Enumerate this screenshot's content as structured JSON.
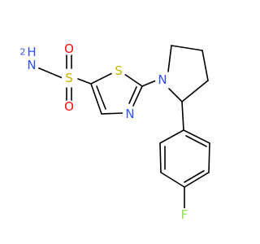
{
  "molecule": {
    "atoms": {
      "sulfonamide_N": {
        "element": "N",
        "hydrogens": "2",
        "color": "#3050f8"
      },
      "sulfonamide_S": {
        "element": "S",
        "color": "#c8b400"
      },
      "oxo_top": {
        "element": "O",
        "color": "#ff0d0d"
      },
      "oxo_bottom": {
        "element": "O",
        "color": "#ff0d0d"
      },
      "thiazole_S": {
        "element": "S",
        "color": "#c8b400"
      },
      "thiazole_N": {
        "element": "N",
        "color": "#3050f8"
      },
      "pyrrolidine_N": {
        "element": "N",
        "color": "#3050f8"
      },
      "fluorine": {
        "element": "F",
        "color": "#90e050"
      }
    }
  }
}
